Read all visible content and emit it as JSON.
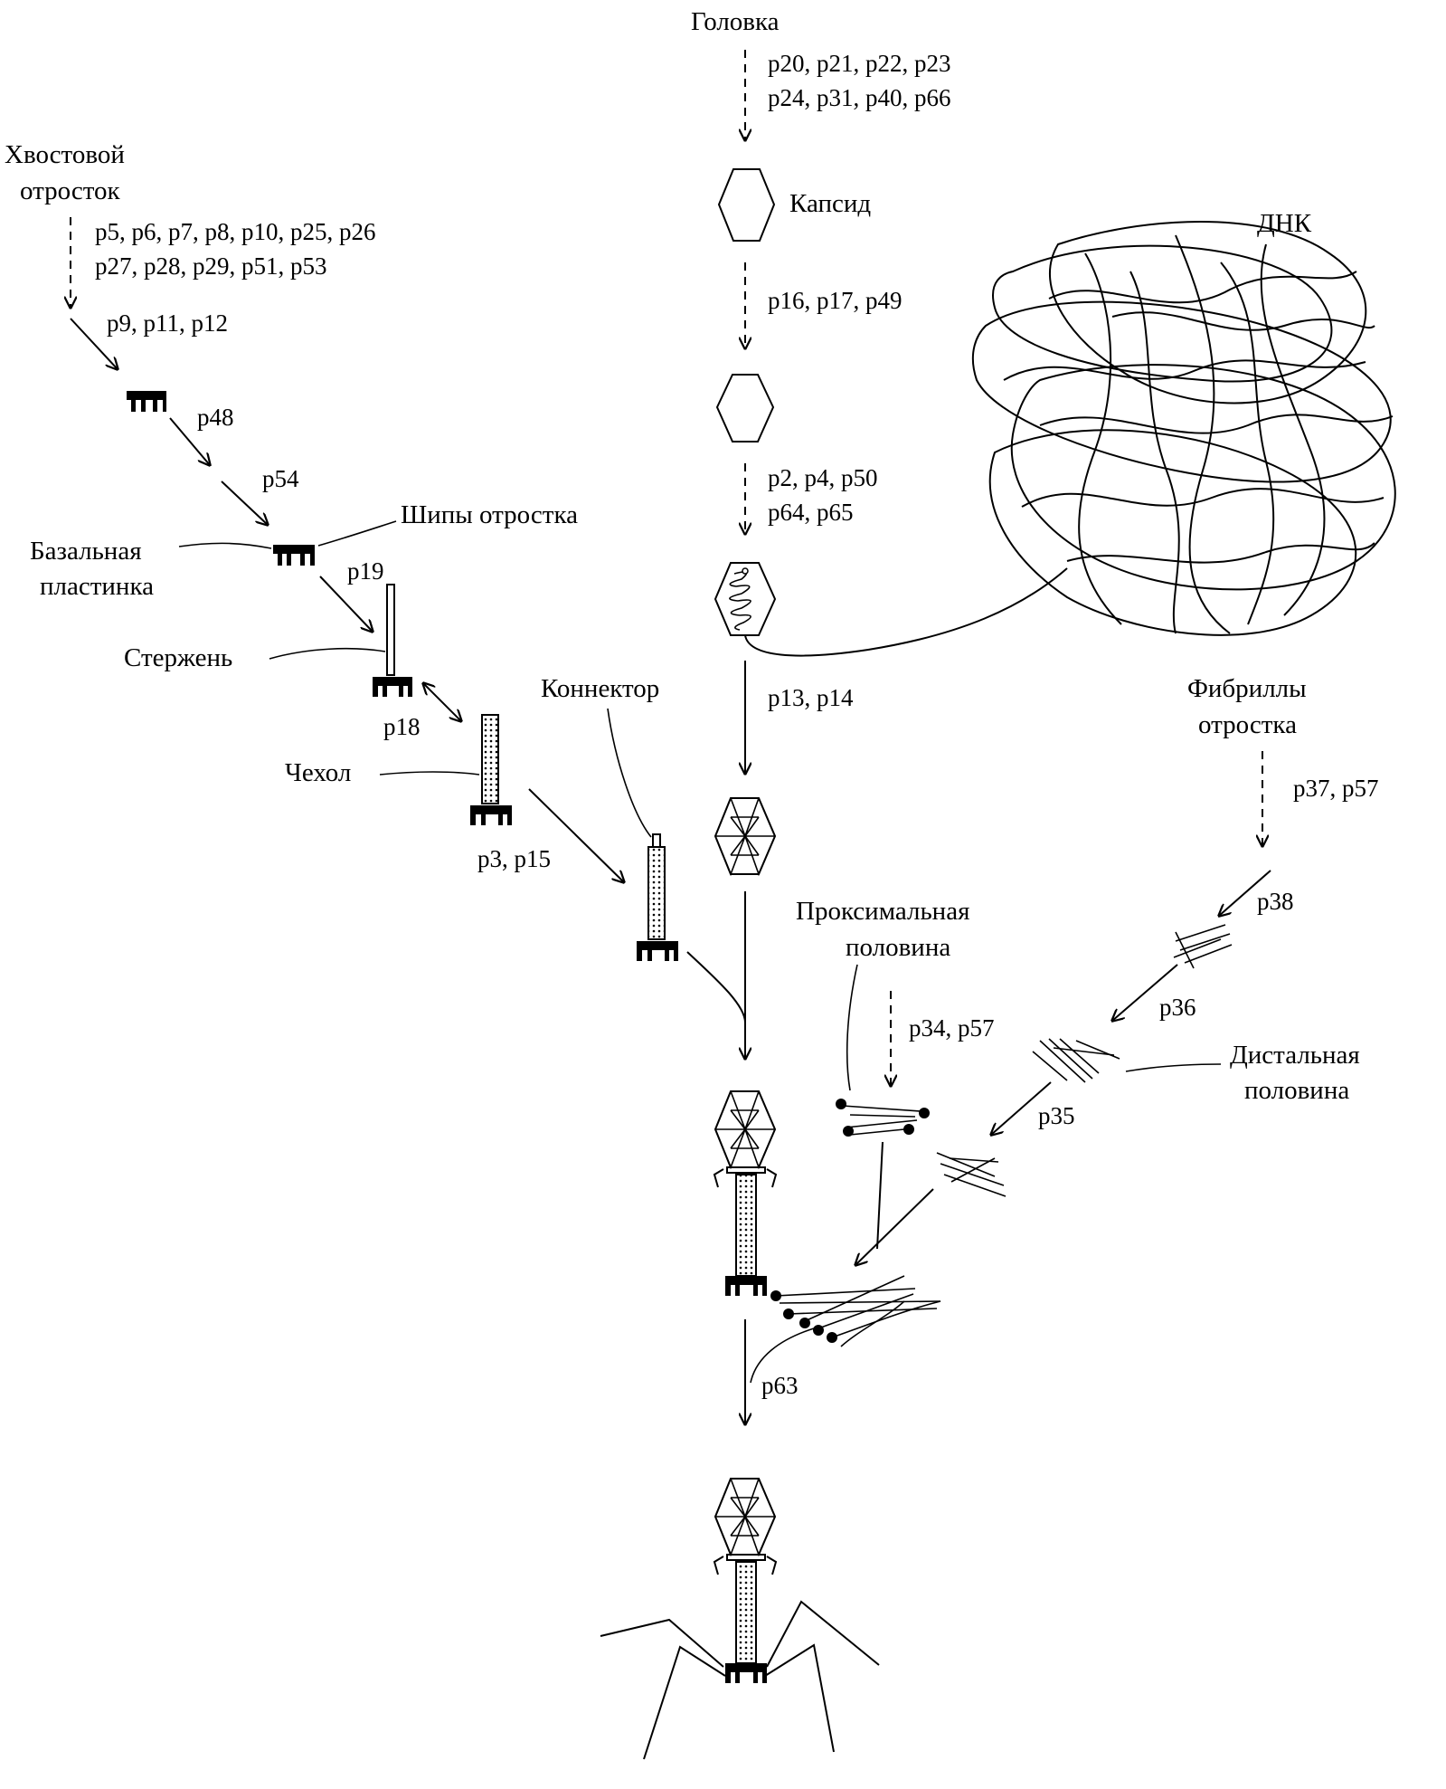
{
  "head": {
    "title": "Головка",
    "head_genes_1": "p20, p21, p22, p23",
    "head_genes_2": "p24, p31, p40, p66",
    "capsid_label": "Капсид",
    "genes_16": "p16, p17, p49",
    "genes_2_1": "p2, p4, p50",
    "genes_2_2": "p64, p65",
    "dna_label": "ДНК",
    "genes_13": "p13, p14"
  },
  "tail": {
    "title_1": "Хвостовой",
    "title_2": "отросток",
    "genes_1": "p5, p6, p7, p8, p10, p25, p26",
    "genes_2": "p27, p28, p29, p51, p53",
    "genes_9": "p9, p11, p12",
    "genes_48": "p48",
    "genes_54": "p54",
    "spikes_label": "Шипы отростка",
    "baseplate_label_1": "Базальная",
    "baseplate_label_2": "пластинка",
    "genes_19": "p19",
    "rod_label": "Стержень",
    "genes_18": "p18",
    "sheath_label": "Чехол",
    "genes_3": "p3, p15",
    "connector_label": "Коннектор"
  },
  "fibers": {
    "title_1": "Фибриллы",
    "title_2": "отростка",
    "genes_37": "p37, p57",
    "genes_38": "p38",
    "genes_36": "p36",
    "distal_label_1": "Дистальная",
    "distal_label_2": "половина",
    "genes_35": "p35",
    "proximal_label_1": "Проксимальная",
    "proximal_label_2": "половина",
    "genes_34": "p34, p57",
    "genes_63": "p63"
  }
}
